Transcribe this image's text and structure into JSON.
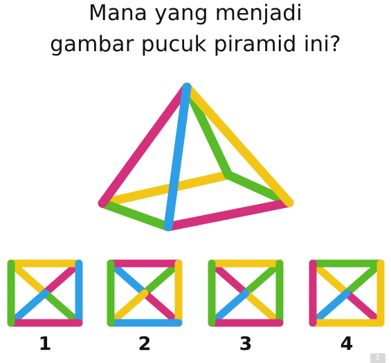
{
  "question": {
    "line1": "Mana yang menjadi",
    "line2": "gambar pucuk piramid ini?"
  },
  "colors": {
    "magenta": "#d4307b",
    "yellow": "#f2c617",
    "green": "#58bb27",
    "blue": "#2e9fe6"
  },
  "pyramid_edges": {
    "apex_to_left": "magenta",
    "apex_to_front": "blue",
    "apex_to_back": "green",
    "apex_to_right": "yellow",
    "base_left_back": "yellow",
    "base_back_right": "green",
    "base_front_right": "magenta",
    "base_left_front": "green"
  },
  "options": [
    {
      "label": "1",
      "edges": {
        "top": "yellow",
        "right": "blue",
        "bottom": "magenta",
        "left": "green"
      },
      "diagonals": {
        "tl_to_center": "yellow",
        "tr_to_center": "magenta",
        "br_to_center": "green",
        "bl_to_center": "blue"
      }
    },
    {
      "label": "2",
      "edges": {
        "top": "magenta",
        "right": "yellow",
        "bottom": "blue",
        "left": "green"
      },
      "diagonals": {
        "tl_to_center": "blue",
        "tr_to_center": "green",
        "br_to_center": "magenta",
        "bl_to_center": "yellow"
      }
    },
    {
      "label": "3",
      "edges": {
        "top": "yellow",
        "right": "green",
        "bottom": "magenta",
        "left": "green"
      },
      "diagonals": {
        "tl_to_center": "magenta",
        "tr_to_center": "green",
        "br_to_center": "yellow",
        "bl_to_center": "blue"
      }
    },
    {
      "label": "4",
      "edges": {
        "top": "green",
        "right": "yellow",
        "bottom": "yellow",
        "left": "magenta"
      },
      "diagonals": {
        "tl_to_center": "yellow",
        "tr_to_center": "green",
        "br_to_center": "magenta",
        "bl_to_center": "blue"
      }
    }
  ]
}
